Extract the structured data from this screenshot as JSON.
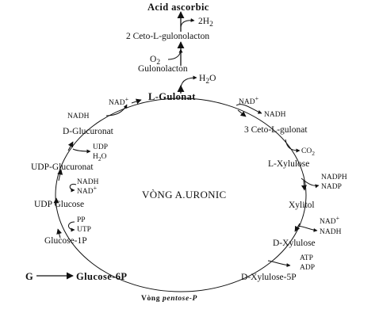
{
  "center_label": "VÒNG A.URONIC",
  "top_chain": {
    "acid_ascorbic": "Acid ascorbic",
    "h2_product": "2H",
    "h2_sub": "2",
    "ceto_gulonolacton": "2 Ceto-L-gulonolacton",
    "o2_label": "O",
    "o2_sub": "2",
    "gulonolacton": "Gulonolacton",
    "h2o_label": "H",
    "h2o_sub": "2",
    "h2o_tail": "O"
  },
  "cycle": {
    "l_gulonat": "L-Gulonat",
    "ceto_l_gulonat": "3 Ceto-L-gulonat",
    "l_xylulose": "L-Xylulose",
    "xylitol": "Xylitol",
    "d_xylulose": "D-Xylulose",
    "d_xylulose_5p": "D-Xylulose-5P",
    "pentose_prefix": "Vòng ",
    "pentose_italic": "pentose-P",
    "glucose_6p": "Glucose-6P",
    "g_input": "G",
    "glucose_1p": "Glucose-1P",
    "udp_glucose": "UDP Glucose",
    "udp_glucuronat": "UDP-Glucuronat",
    "d_glucuronat": "D-Glucuronat"
  },
  "cofactors": {
    "nad_top_left": "NAD",
    "nad_plus": "+",
    "nadh_top_left": "NADH",
    "nad_top_right": "NAD",
    "nadh_top_right": "NADH",
    "co2": "CO",
    "co2_sub": "2",
    "nadph": "NADPH",
    "nadp": "NADP",
    "nad_right": "NAD",
    "nadh_right": "NADH",
    "atp": "ATP",
    "adp": "ADP",
    "udp": "UDP",
    "h2o_left": "H",
    "h2o_left_sub": "2",
    "h2o_left_tail": "O",
    "nadh_left": "NADH",
    "nad_left": "NAD",
    "pp": "PP",
    "utp": "UTP"
  }
}
